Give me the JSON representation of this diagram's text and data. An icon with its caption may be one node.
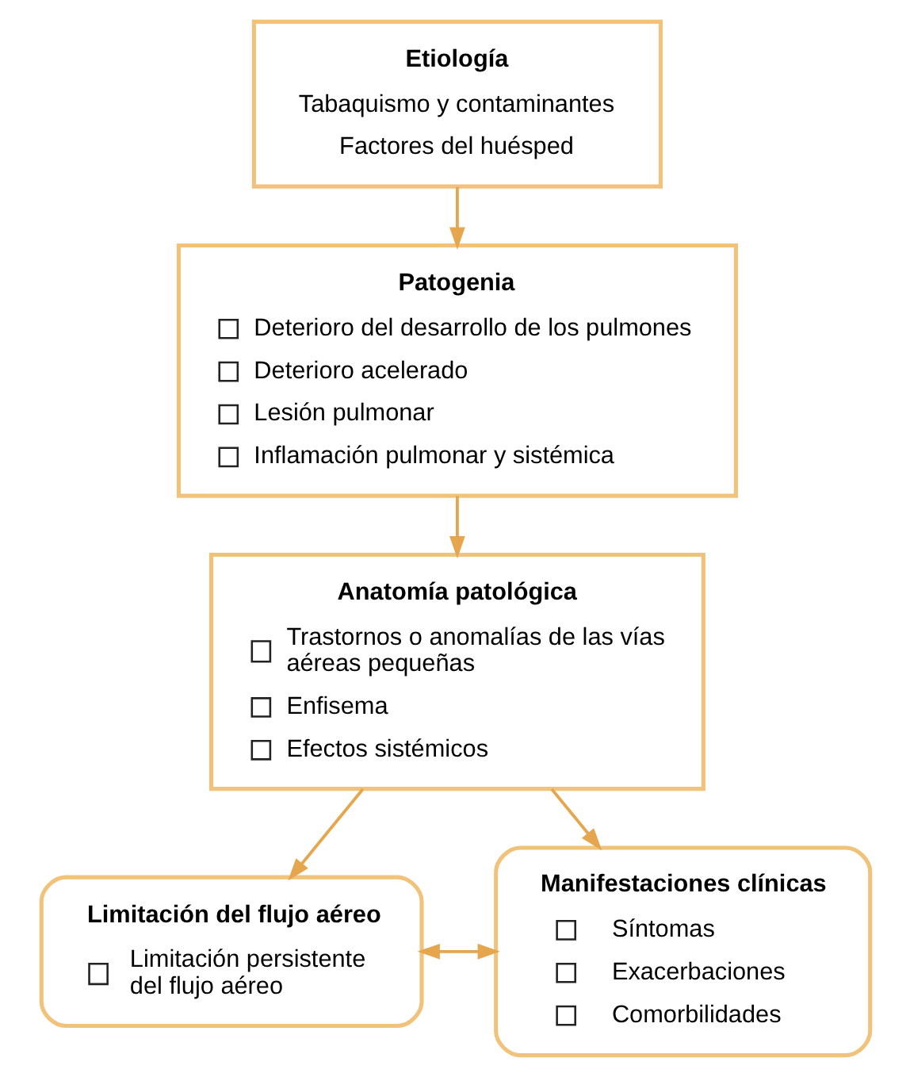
{
  "diagram": {
    "nodes": [
      {
        "text": [
          "Etiología",
          "Tabaquismo y contaminantes",
          "Factores del huésped"
        ]
      },
      {
        "text": [
          "Patogenia",
          "Deterioro del desarrollo de los pulmones",
          "Deterioro acelerado",
          "Lesión pulmonar",
          "Inflamación pulmonar y sistémica"
        ]
      },
      {
        "text": [
          "Anatomía patológica",
          "Trastornos o anomalías de las vías aéreas pequeñas",
          "Enfisema",
          "Efectos sistémicos"
        ]
      },
      {
        "text": [
          "Limitación del flujo aéreo",
          "Limitación persistente del flujo aéreo"
        ]
      },
      {
        "text": [
          "Manifestaciones clínicas",
          "Síntomas",
          "Exacerbaciones",
          "Comorbilidades"
        ]
      }
    ],
    "edges": [
      {
        "from": 0,
        "to": 1,
        "arrow": "to"
      },
      {
        "from": 1,
        "to": 2,
        "arrow": "to"
      },
      {
        "from": 2,
        "to": 3,
        "arrow": "to"
      },
      {
        "from": 2,
        "to": 4,
        "arrow": "to"
      },
      {
        "from": 3,
        "to": 4,
        "arrow": "both"
      }
    ]
  }
}
